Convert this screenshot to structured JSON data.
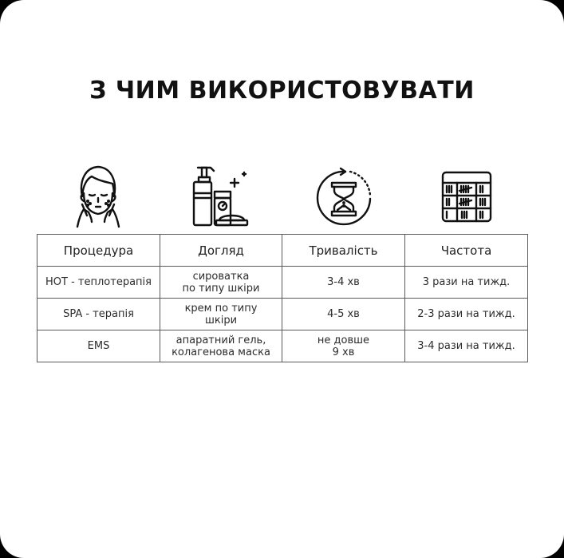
{
  "title": "З ЧИМ ВИКОРИСТОВУВАТИ",
  "icons": [
    {
      "name": "face-care-icon",
      "column": "Процедура"
    },
    {
      "name": "skincare-products-icon",
      "column": "Догляд"
    },
    {
      "name": "hourglass-timer-icon",
      "column": "Тривалість"
    },
    {
      "name": "tally-calendar-icon",
      "column": "Частота"
    }
  ],
  "table": {
    "headers": [
      "Процедура",
      "Догляд",
      "Тривалість",
      "Частота"
    ],
    "rows": [
      [
        "HOT - теплотерапія",
        "сироватка\nпо типу шкіри",
        "3-4 хв",
        "3 рази на тижд."
      ],
      [
        "SPA - терапія",
        "крем по типу\nшкіри",
        "4-5 хв",
        "2-3 рази на тижд."
      ],
      [
        "EMS",
        "апаратний гель,\nколагенова маска",
        "не довше\n9 хв",
        "3-4 рази на тижд."
      ]
    ]
  },
  "colors": {
    "background": "#ffffff",
    "frame": "#000000",
    "text": "#111111",
    "border": "#5a5a5a"
  }
}
